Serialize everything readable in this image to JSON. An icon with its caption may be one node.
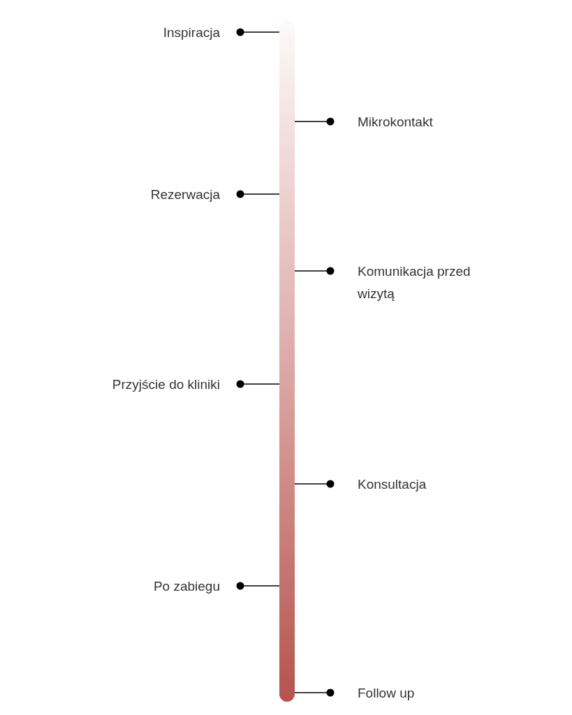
{
  "diagram": {
    "nodes": [
      {
        "text": [
          "Inspiracja"
        ]
      },
      {
        "text": [
          "Mikrokontakt"
        ]
      },
      {
        "text": [
          "Rezerwacja"
        ]
      },
      {
        "text": [
          "Komunikacja przed wizytą"
        ]
      },
      {
        "text": [
          "Przyjście do kliniki"
        ]
      },
      {
        "text": [
          "Konsultacja"
        ]
      },
      {
        "text": [
          "Po zabiegu"
        ]
      },
      {
        "text": [
          "Follow up"
        ]
      },
      {
        "text": [],
        "shape": "bar"
      }
    ],
    "edges": [
      {
        "from": 0,
        "to": 8,
        "arrow": "other"
      },
      {
        "from": 1,
        "to": 8,
        "arrow": "other"
      },
      {
        "from": 2,
        "to": 8,
        "arrow": "other"
      },
      {
        "from": 3,
        "to": 8,
        "arrow": "other"
      },
      {
        "from": 4,
        "to": 8,
        "arrow": "other"
      },
      {
        "from": 5,
        "to": 8,
        "arrow": "other"
      },
      {
        "from": 6,
        "to": 8,
        "arrow": "other"
      },
      {
        "from": 7,
        "to": 8,
        "arrow": "other"
      }
    ]
  }
}
